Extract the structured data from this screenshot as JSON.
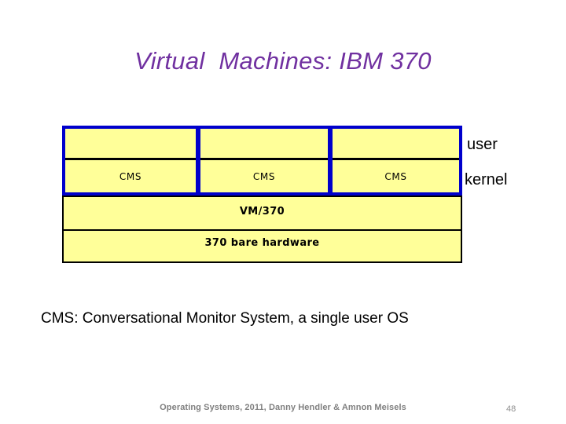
{
  "slide": {
    "title": "Virtual  Machines: IBM 370",
    "title_color": "#7030A0"
  },
  "diagram": {
    "fill_color": "#FFFF99",
    "vm_border_color": "#0000CC",
    "layer_border_color": "#000000",
    "vm_boxes": [
      {
        "label": "CMS"
      },
      {
        "label": "CMS"
      },
      {
        "label": "CMS"
      }
    ],
    "layers": [
      {
        "label": "VM/370"
      },
      {
        "label": "370 bare hardware"
      }
    ],
    "annotations": {
      "user": "user",
      "kernel": "kernel"
    }
  },
  "caption": "CMS: Conversational Monitor System, a single user OS",
  "footer": {
    "credit": "Operating Systems, 2011, Danny Hendler & Amnon Meisels",
    "page_number": "48"
  }
}
